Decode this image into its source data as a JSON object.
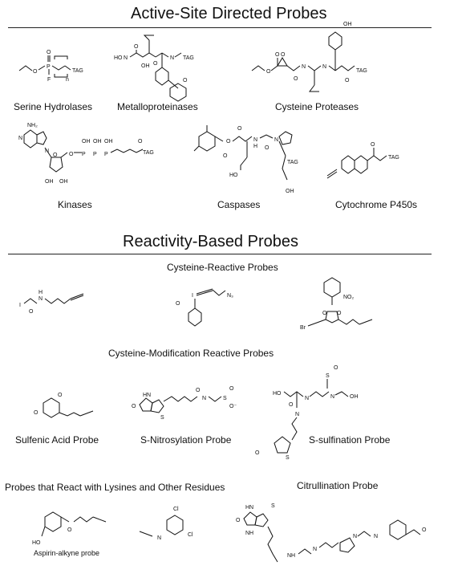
{
  "sections": {
    "active_site": {
      "title": "Active-Site Directed Probes",
      "probes": {
        "serine": "Serine Hydrolases",
        "metallo": "Metalloproteinases",
        "cysteine_prot": "Cysteine Proteases",
        "kinases": "Kinases",
        "caspases": "Caspases",
        "cyp450": "Cytochrome P450s"
      }
    },
    "reactivity": {
      "title": "Reactivity-Based Probes",
      "cys_reactive": "Cysteine-Reactive Probes",
      "cys_mod": "Cysteine-Modification Reactive Probes",
      "probes": {
        "sulfenic": "Sulfenic Acid Probe",
        "snitro": "S-Nitrosylation Probe",
        "ssulf": "S-sulfination Probe",
        "citrull": "Citrullination Probe"
      },
      "lysine": "Probes that React with Lysines and Other Residues",
      "aspirin": "Aspirin-alkyne probe"
    }
  },
  "atoms": {
    "tag": "TAG",
    "O": "O",
    "F": "F",
    "P": "P",
    "n": "n",
    "HO": "HO",
    "OH": "OH",
    "N": "N",
    "H": "H",
    "NH2": "NH₂",
    "N3": "N₃",
    "NO2": "NO₂",
    "Br": "Br",
    "I": "I",
    "S": "S",
    "Ominus": "O⁻",
    "Cl": "Cl",
    "HN": "HN",
    "NH": "NH"
  }
}
